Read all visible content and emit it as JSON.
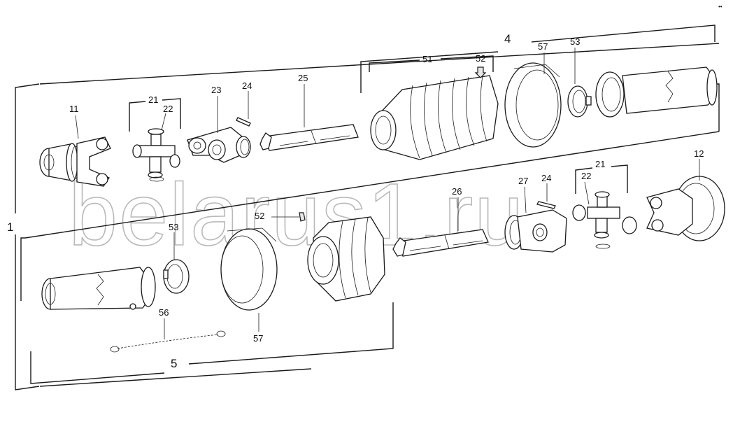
{
  "diagram": {
    "watermark": "belarus1.ru",
    "corner_mark": "••",
    "assembly_labels": {
      "overall": "1",
      "outer_half": "4",
      "inner_half": "5"
    },
    "part_labels": {
      "p11": "11",
      "p12": "12",
      "p21_a": "21",
      "p21_b": "21",
      "p22_a": "22",
      "p22_b": "22",
      "p23": "23",
      "p24_a": "24",
      "p24_b": "24",
      "p25": "25",
      "p26": "26",
      "p27": "27",
      "p51": "51",
      "p52_a": "52",
      "p52_b": "52",
      "p53_a": "53",
      "p53_b": "53",
      "p56": "56",
      "p57_a": "57",
      "p57_b": "57"
    }
  }
}
